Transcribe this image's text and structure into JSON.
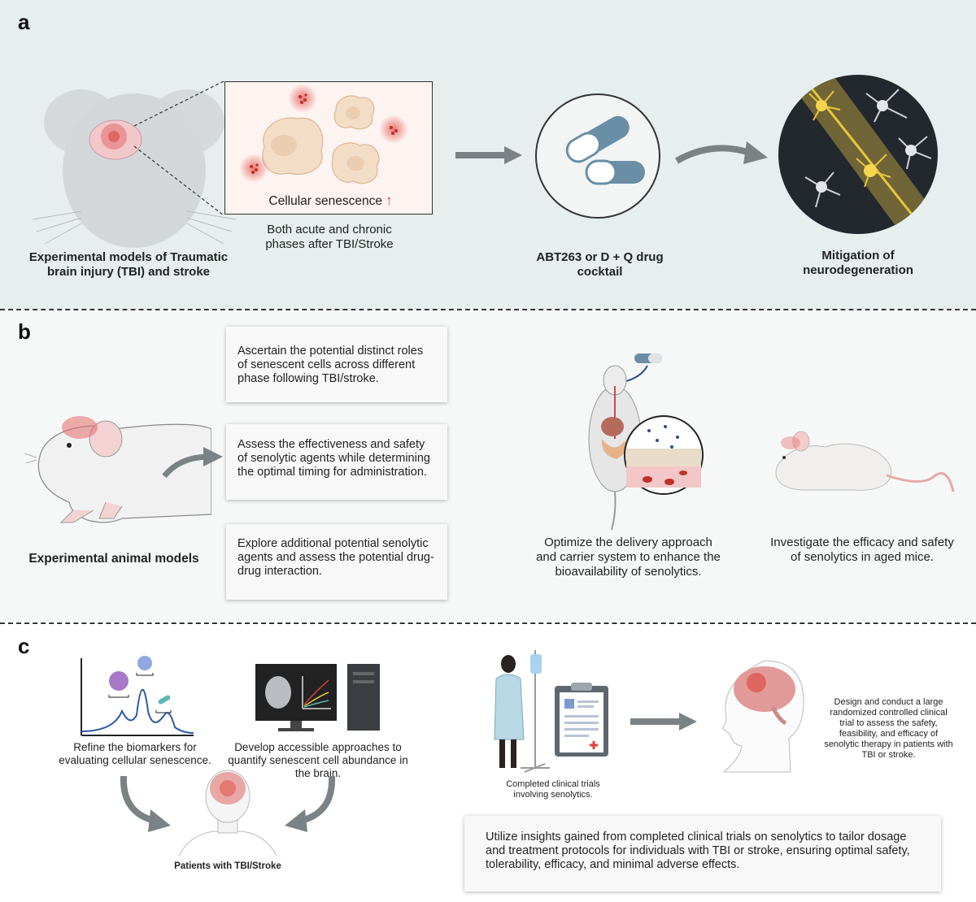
{
  "panels": {
    "a": {
      "letter": "a",
      "model_label": "Experimental models of Traumatic brain injury (TBI) and stroke",
      "senescence_label": "Cellular senescence",
      "senescence_arrow": "↑",
      "phases_label": "Both acute and chronic phases after TBI/Stroke",
      "drug_label": "ABT263 or D + Q drug cocktail",
      "outcome_label": "Mitigation of neurodegeneration"
    },
    "b": {
      "letter": "b",
      "model_label": "Experimental animal models",
      "boxes": [
        "Ascertain the potential distinct roles of senescent cells across different phase following TBI/stroke.",
        "Assess the effectiveness and safety of senolytic agents while determining the optimal timing for administration.",
        "Explore additional potential senolytic agents and assess the potential drug-drug interaction."
      ],
      "delivery_label": "Optimize the delivery approach and carrier system to enhance the bioavailability of senolytics.",
      "aged_label": "Investigate the efficacy and safety of senolytics in aged mice."
    },
    "c": {
      "letter": "c",
      "biomarker_label": "Refine the biomarkers for evaluating cellular senescence.",
      "imaging_label": "Develop accessible approaches to quantify senescent cell abundance in the brain.",
      "patients_label": "Patients with TBI/Stroke",
      "trials_label": "Completed clinical trials involving senolytics.",
      "rct_label": "Design and conduct a large randomized controlled clinical trial to assess the safety, feasibility, and efficacy of senolytic therapy in patients with TBI or stroke.",
      "insight_box": "Utilize insights gained from completed clinical trials on senolytics to tailor dosage and treatment protocols for individuals with TBI or stroke, ensuring optimal safety, tolerability, efficacy, and minimal adverse effects."
    }
  },
  "colors": {
    "panel_a_bg": "#e6efed",
    "panel_b_bg": "#f6f8f7",
    "senescence_red": "#e0413a",
    "pill": "#6a8ea6",
    "arrow": "#7b8285",
    "neuron_yellow": "#e9c53b"
  },
  "icons": [
    "mouse-head-icon",
    "senescent-cell-icon",
    "pill-icon",
    "neuron-icon",
    "rat-icon",
    "mouse-drug-delivery-icon",
    "aged-mouse-icon",
    "biomarker-peaks-icon",
    "computer-brain-scan-icon",
    "patient-head-icon",
    "iv-patient-icon",
    "clipboard-icon",
    "human-brain-head-icon"
  ]
}
